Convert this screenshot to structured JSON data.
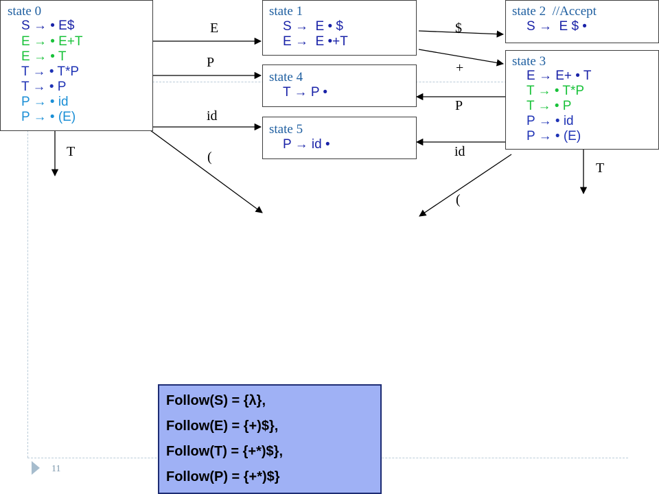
{
  "states": {
    "s0": {
      "title": "state 0",
      "rules": [
        {
          "text": "S → • E$",
          "color": "#1a23a8"
        },
        {
          "text": "E → • E+T",
          "color": "#19c23a"
        },
        {
          "text": "E → • T",
          "color": "#19c23a"
        },
        {
          "text": "T → • T*P",
          "color": "#1f33b5"
        },
        {
          "text": "T → • P",
          "color": "#1f33b5"
        },
        {
          "text": "P → • id",
          "color": "#1b8fd6"
        },
        {
          "text": "P → • (E)",
          "color": "#1b8fd6"
        }
      ]
    },
    "s1": {
      "title": "state 1",
      "rules": [
        {
          "text": "S →  E • $",
          "color": "#1a23a8"
        },
        {
          "text": "E →  E •+T",
          "color": "#1a23a8"
        }
      ]
    },
    "s2": {
      "title": "state 2  //Accept",
      "rules": [
        {
          "text": "S →  E $ •",
          "color": "#1a23a8"
        }
      ]
    },
    "s3": {
      "title": "state 3",
      "rules": [
        {
          "text": "E → E+ • T",
          "color": "#1a23a8"
        },
        {
          "text": "T → • T*P",
          "color": "#19c23a"
        },
        {
          "text": "T → • P",
          "color": "#19c23a"
        },
        {
          "text": "P → • id",
          "color": "#1f33b5"
        },
        {
          "text": "P → • (E)",
          "color": "#1f33b5"
        }
      ]
    },
    "s4": {
      "title": "state 4",
      "rules": [
        {
          "text": "T → P •",
          "color": "#1a23a8"
        }
      ]
    },
    "s5": {
      "title": "state 5",
      "rules": [
        {
          "text": "P → id •",
          "color": "#1a23a8"
        }
      ]
    }
  },
  "edges": {
    "s0_E": "E",
    "s0_P": "P",
    "s0_id": "id",
    "s0_T": "T",
    "s0_paren": "(",
    "s1_dollar": "$",
    "s1_plus": "+",
    "s3_P": "P",
    "s3_id": "id",
    "s3_T": "T",
    "s3_paren": "("
  },
  "follow": {
    "lines": [
      "Follow(S) = {λ},",
      "Follow(E) = {+)$},",
      "Follow(T) = {+*)$},",
      "Follow(P) = {+*)$}"
    ]
  },
  "page": {
    "number": "11"
  },
  "colors": {
    "title": "#1f5fa0",
    "follow_bg": "#9fb1f5",
    "follow_border": "#1d2c73"
  }
}
